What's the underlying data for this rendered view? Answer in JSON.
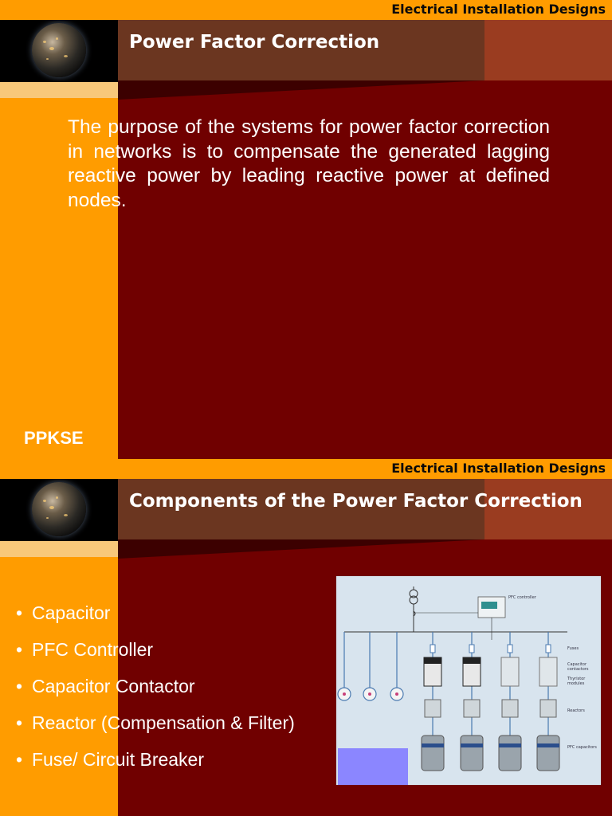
{
  "slide1": {
    "brand": "Electrical Installation Designs",
    "title": "Power Factor Correction",
    "body": "The purpose of the systems for power factor correction in networks is to compensate the generated lagging reactive power by leading reactive power at defined nodes.",
    "footer": "PPKSE"
  },
  "slide2": {
    "brand": "Electrical Installation Designs",
    "title": "Components of the Power Factor Correction",
    "bullets": [
      "Capacitor",
      "PFC Controller",
      "Capacitor Contactor",
      "Reactor (Compensation & Filter)",
      "Fuse/ Circuit Breaker"
    ],
    "diagram": {
      "controller_label": "PFC controller",
      "labels": [
        "Fuses",
        "Capacitor contactors",
        "Thyristor modules",
        "Reactors",
        "PFC capacitors"
      ]
    }
  },
  "colors": {
    "orange": "#ff9c00",
    "maroon": "#700000",
    "header": "#6b3620",
    "diagram_bg": "#d8e4ee"
  }
}
